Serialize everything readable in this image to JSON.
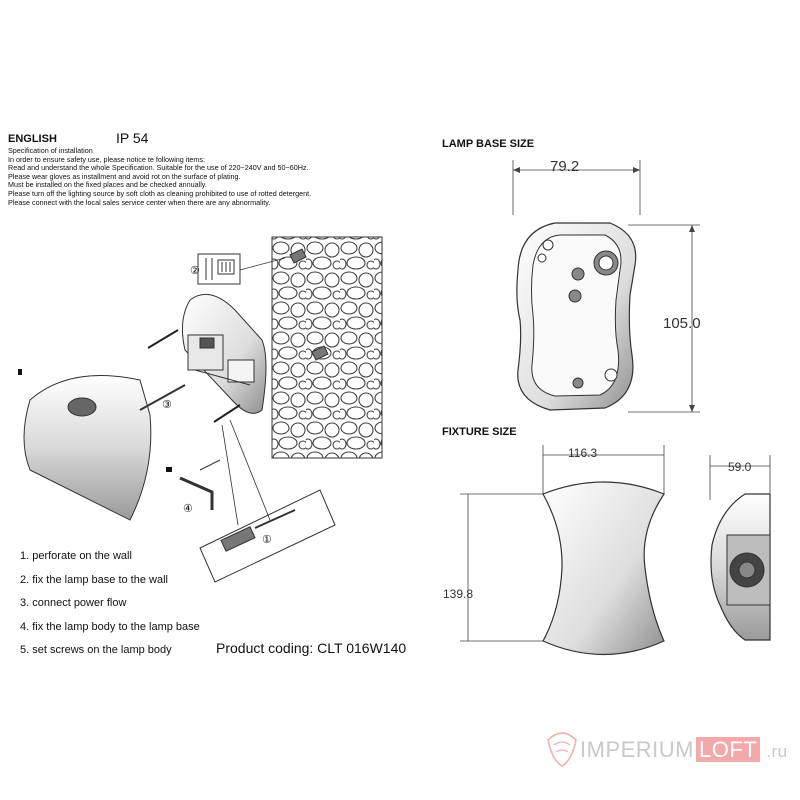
{
  "header": {
    "language": "ENGLISH",
    "ip_rating": "IP 54",
    "spec_lines": [
      "Specification of installation",
      "In order to ensure safety use, please notice te following items:",
      "Read and understand the whole Specification. Suitable for the use of 220~240V and 50~60Hz.",
      "Please wear gloves as installment and avoid rot on the surface of plating.",
      "Must be installed on the fixed places and be checked annually.",
      "Please turn off the lighting source by soft cloth as cleaning prohibited to use of rotted detergent.",
      "Please connect with the local sales service center when there are any abnormality."
    ]
  },
  "steps": [
    "1. perforate on the wall",
    "2. fix the lamp base to the wall",
    "3. connect power flow",
    "4. fix the lamp body to the lamp base",
    "5. set screws on the lamp body"
  ],
  "product_coding": "Product coding: CLT 016W140",
  "diagram_labels": {
    "step1": "①",
    "step2": "②",
    "step3": "③",
    "step4": "④"
  },
  "lamp_base": {
    "title": "LAMP BASE SIZE",
    "width": "79.2",
    "height": "105.0"
  },
  "fixture": {
    "title": "FIXTURE SIZE",
    "width": "116.3",
    "height": "139.8",
    "depth": "59.0"
  },
  "watermark": {
    "part1": "IMPERIUM",
    "part2": "LOFT",
    "part3": ".ru"
  }
}
